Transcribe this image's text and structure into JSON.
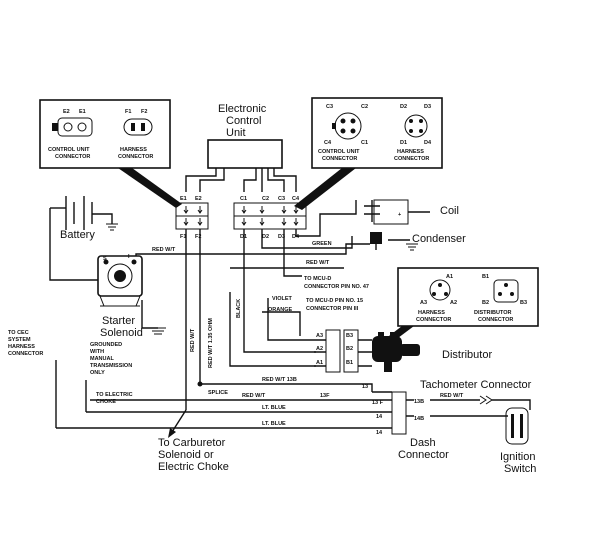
{
  "labels": {
    "ecu_title_1": "Electronic",
    "ecu_title_2": "Control",
    "ecu_title_3": "Unit",
    "battery": "Battery",
    "coil": "Coil",
    "condenser": "Condenser",
    "distributor": "Distributor",
    "starter_1": "Starter",
    "starter_2": "Solenoid",
    "tach": "Tachometer Connector",
    "dash_1": "Dash",
    "dash_2": "Connector",
    "ign_1": "Ignition",
    "ign_2": "Switch",
    "carb_1": "To Carburetor",
    "carb_2": "Solenoid or",
    "carb_3": "Electric Choke"
  },
  "inset_left": {
    "pins_cu": [
      "E2",
      "E1"
    ],
    "pins_h": [
      "F1",
      "F2"
    ],
    "cap_cu_1": "CONTROL UNIT",
    "cap_cu_2": "CONNECTOR",
    "cap_h_1": "HARNESS",
    "cap_h_2": "CONNECTOR"
  },
  "inset_right": {
    "pins_cu_top": [
      "C3",
      "C2"
    ],
    "pins_cu_bot": [
      "C4",
      "C1"
    ],
    "pins_h_top": [
      "D2",
      "D3"
    ],
    "pins_h_bot": [
      "D1",
      "D4"
    ],
    "cap_cu_1": "CONTROL UNIT",
    "cap_cu_2": "CONNECTOR",
    "cap_h_1": "HARNESS",
    "cap_h_2": "CONNECTOR"
  },
  "inset_dist": {
    "pins_h": [
      "A1",
      "A3",
      "A2"
    ],
    "pins_d": [
      "B1",
      "B2",
      "B3"
    ],
    "cap_h_1": "HARNESS",
    "cap_h_2": "CONNECTOR",
    "cap_d_1": "DISTRIBUTOR",
    "cap_d_2": "CONNECTOR"
  },
  "ecu_pins": {
    "e1": "E1",
    "e2": "E2",
    "f1": "F1",
    "f2": "F2",
    "c1": "C1",
    "c2": "C2",
    "c3": "C3",
    "c4": "C4",
    "d1": "D1",
    "d2": "D2",
    "d3": "D3",
    "d4": "D4"
  },
  "wires": {
    "red_wt_top": "RED W/T",
    "red_wt_coil": "RED W/T",
    "green": "GREEN",
    "to_mcu_47_1": "TO MCU-D",
    "to_mcu_47_2": "CONNECTOR PIN NO. 47",
    "violet": "VIOLET",
    "orange": "ORANGE",
    "to_mcu_15_1": "TO MCU-D PIN NO. 15",
    "to_mcu_15_2": "CONNECTOR PIN III",
    "black": "BLACK",
    "red_wt_vert": "RED W/T",
    "red_wt_135": "RED W/T 1.35 OHM",
    "red_wt_13b": "RED W/T 13B",
    "splice": "SPLICE",
    "red_wt_mid": "RED W/T",
    "w13f": "13F",
    "lt_blue_1": "LT. BLUE",
    "lt_blue_2": "LT. BLUE",
    "red_wt_tach": "RED W/T",
    "to_choke_1": "TO ELECTRIC",
    "to_choke_2": "CHOKE",
    "cec_1": "TO CEC",
    "cec_2": "SYSTEM",
    "cec_3": "HARNESS",
    "cec_4": "CONNECTOR",
    "gnd_1": "GROUNDED",
    "gnd_2": "WITH",
    "gnd_3": "MANUAL",
    "gnd_4": "TRANSMISSION",
    "gnd_5": "ONLY",
    "s": "S",
    "i": "I"
  },
  "dist_pins": {
    "a3": "A3",
    "a2": "A2",
    "a1": "A1",
    "b3": "B3",
    "b2": "B2",
    "b1": "B1"
  },
  "dash_pins": {
    "p13": "13",
    "p13f": "13 F",
    "p14": "14",
    "p14b": "14B",
    "p13b": "13B",
    "p14_2": "14"
  }
}
